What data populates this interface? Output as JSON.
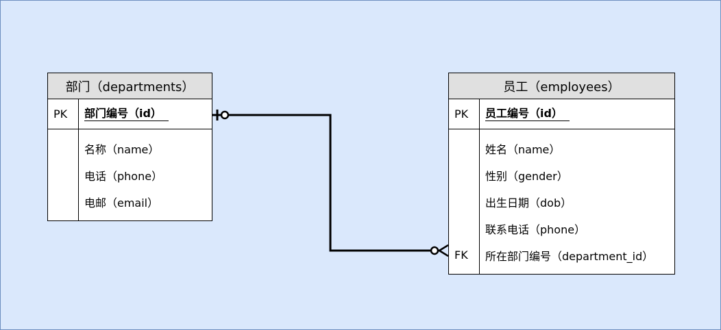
{
  "colors": {
    "canvas_background": "#dae8fc",
    "canvas_border": "#6c8ebf",
    "entity_header": "#e0e0e0",
    "line": "#000000"
  },
  "departments": {
    "title": "部门（departments）",
    "pk_label": "PK",
    "pk_field": "部门编号（id）",
    "attributes": [
      "名称（name）",
      "电话（phone）",
      "电邮（email）"
    ]
  },
  "employees": {
    "title": "员工（employees）",
    "pk_label": "PK",
    "pk_field": "员工编号（id）",
    "attributes": [
      "姓名（name）",
      "性别（gender）",
      "出生日期（dob）",
      "联系电话（phone）",
      "所在部门编号（department_id）"
    ],
    "fk_label": "FK"
  },
  "relationship": {
    "from_cardinality": "zero-or-one",
    "to_cardinality": "zero-or-many"
  }
}
